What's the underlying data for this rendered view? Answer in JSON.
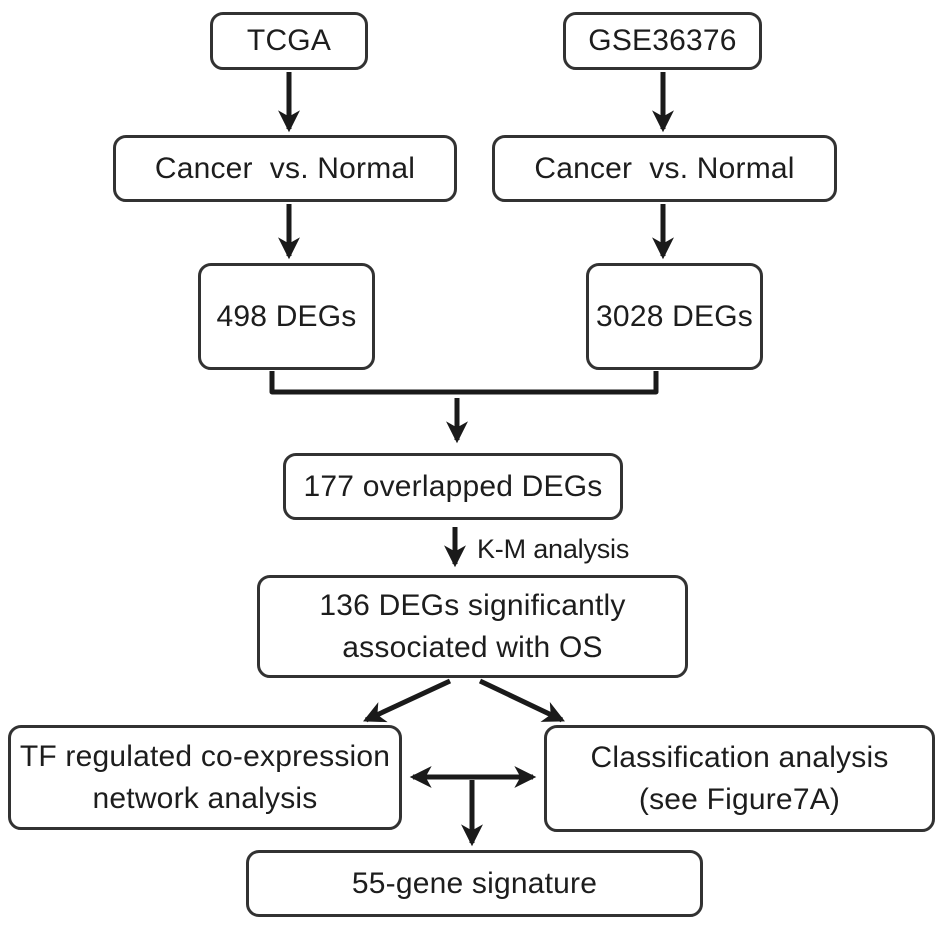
{
  "colors": {
    "stroke": "#1a1a1a",
    "node_border": "#323232",
    "text": "#1d1d1d",
    "background": "#ffffff"
  },
  "nodes": {
    "tcga": {
      "label": "TCGA"
    },
    "gse36376": {
      "label": "GSE36376"
    },
    "cancer_vs_normal_left": {
      "label": "Cancer  vs. Normal"
    },
    "cancer_vs_normal_right": {
      "label": "Cancer  vs. Normal"
    },
    "degs_498": {
      "label": "498 DEGs"
    },
    "degs_3028": {
      "label": "3028 DEGs"
    },
    "overlapped_degs": {
      "label": "177 overlapped DEGs"
    },
    "os_degs": {
      "line1": "136 DEGs significantly",
      "line2": "associated with OS"
    },
    "tf_network": {
      "line1": "TF regulated co-expression",
      "line2": "network analysis"
    },
    "classification": {
      "line1": "Classification analysis",
      "line2": "(see Figure7A)"
    },
    "signature": {
      "label": "55-gene signature"
    }
  },
  "edge_labels": {
    "km_analysis": "K-M analysis"
  },
  "edges": [
    {
      "from": "tcga",
      "to": "cancer_vs_normal_left"
    },
    {
      "from": "gse36376",
      "to": "cancer_vs_normal_right"
    },
    {
      "from": "cancer_vs_normal_left",
      "to": "degs_498"
    },
    {
      "from": "cancer_vs_normal_right",
      "to": "degs_3028"
    },
    {
      "from": "degs_498",
      "to": "overlapped_degs",
      "via": "merge-bracket"
    },
    {
      "from": "degs_3028",
      "to": "overlapped_degs",
      "via": "merge-bracket"
    },
    {
      "from": "overlapped_degs",
      "to": "os_degs",
      "label": "K-M analysis"
    },
    {
      "from": "os_degs",
      "to": "tf_network"
    },
    {
      "from": "os_degs",
      "to": "classification"
    },
    {
      "from": "tf_network",
      "to": "classification",
      "bidirectional": true
    },
    {
      "from": "tf_network",
      "to": "signature"
    },
    {
      "from": "classification",
      "to": "signature"
    }
  ]
}
